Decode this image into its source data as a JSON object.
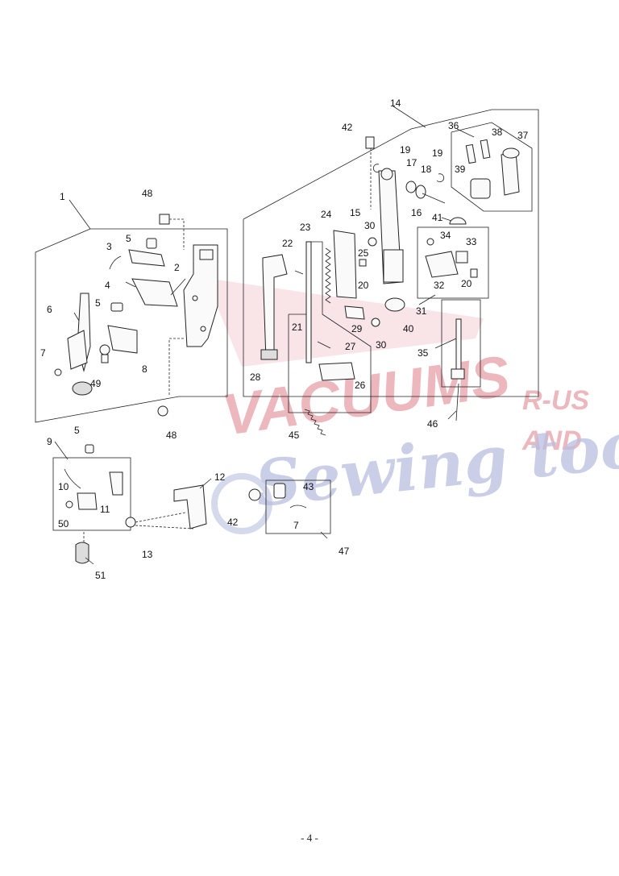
{
  "watermark": {
    "brand": "VACUUMS",
    "suffix_1": "R-US",
    "suffix_2": "AND",
    "script": "Sewing too"
  },
  "labels": {
    "p1": "1",
    "p2": "2",
    "p3": "3",
    "p4": "4",
    "p5a": "5",
    "p5b": "5",
    "p5c": "5",
    "p6": "6",
    "p7a": "7",
    "p7b": "7",
    "p8": "8",
    "p9": "9",
    "p10": "10",
    "p11": "11",
    "p12": "12",
    "p13": "13",
    "p14": "14",
    "p15": "15",
    "p16": "16",
    "p17": "17",
    "p18": "18",
    "p19a": "19",
    "p19b": "19",
    "p20a": "20",
    "p20b": "20",
    "p21": "21",
    "p22": "22",
    "p23": "23",
    "p24": "24",
    "p25": "25",
    "p26": "26",
    "p27": "27",
    "p28": "28",
    "p29": "29",
    "p30a": "30",
    "p30b": "30",
    "p31": "31",
    "p32": "32",
    "p33": "33",
    "p34": "34",
    "p35": "35",
    "p36": "36",
    "p37": "37",
    "p38": "38",
    "p39": "39",
    "p40": "40",
    "p41": "41",
    "p42a": "42",
    "p42b": "42",
    "p43": "43",
    "p45": "45",
    "p46": "46",
    "p47": "47",
    "p48a": "48",
    "p48b": "48",
    "p49": "49",
    "p50": "50",
    "p51": "51"
  },
  "footer": {
    "page_number": "- 4 -"
  }
}
